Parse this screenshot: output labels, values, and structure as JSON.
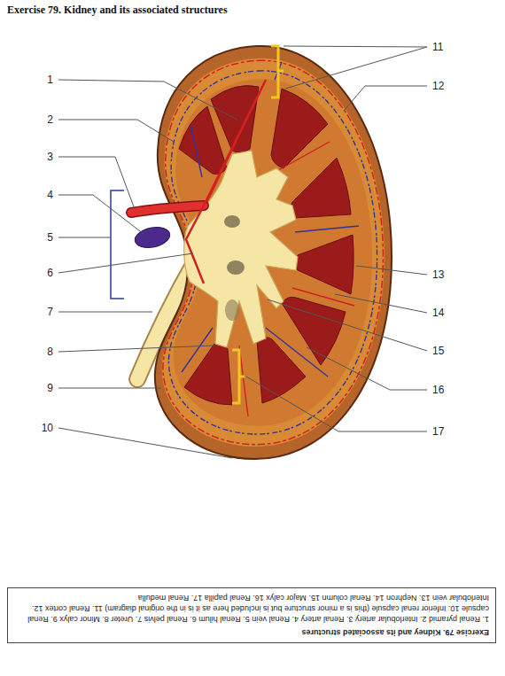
{
  "diagram": {
    "title": "Exercise 79. Kidney and its associated structures",
    "nodes": [
      {
        "text": [
          "Exercise 79. Kidney and its associated structures",
          "1. Renal pyramid 2. Interlobular artery 3. Renal artery 4. Renal vein 5. Renal hilum 6. Renal pelvis 7. Ureter 8. Minor calyx 9. Renal capsule 10. Inferior renal capsule (this is a minor structure but is included here as it is in the original diagram) 11. Renal cortex 12. Interlobular vein 13. Nephron 14. Renal column 15. Major calyx 16. Renal papilla 17. Renal medulla"
        ]
      }
    ],
    "labels": [
      "1",
      "2",
      "3",
      "4",
      "5",
      "6",
      "7",
      "8",
      "9",
      "10",
      "11",
      "12",
      "13",
      "14",
      "15",
      "16",
      "17"
    ]
  }
}
